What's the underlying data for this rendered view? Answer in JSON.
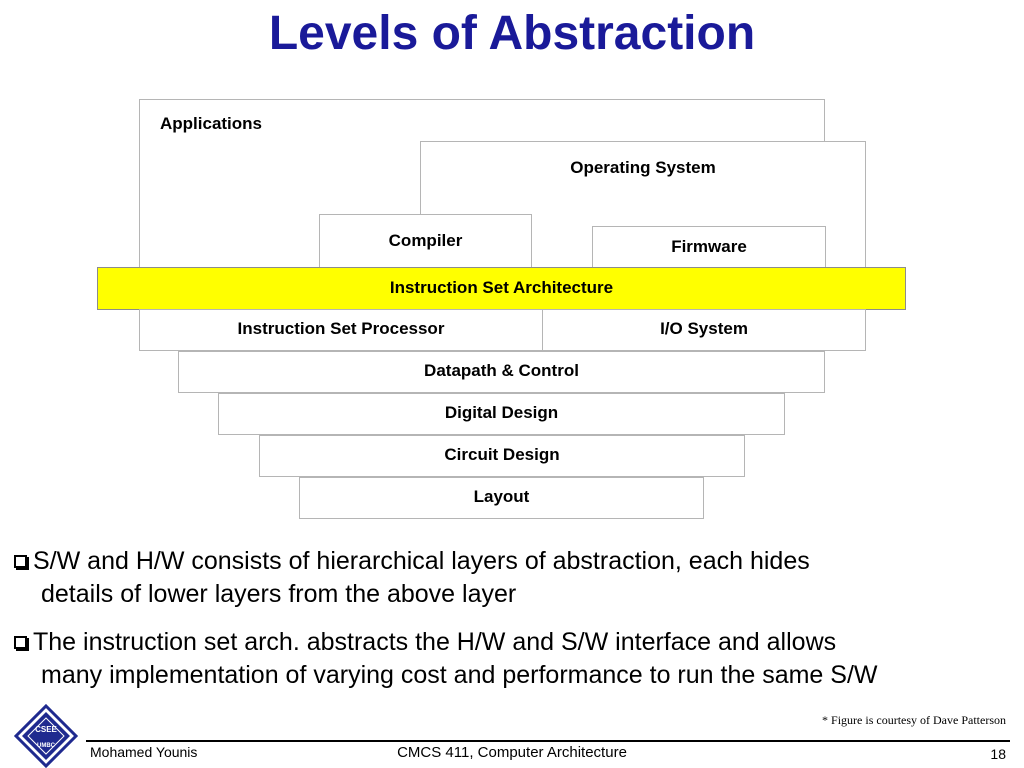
{
  "slide": {
    "title": "Levels of Abstraction"
  },
  "diagram": {
    "applications": "Applications",
    "operating_system": "Operating System",
    "compiler": "Compiler",
    "firmware": "Firmware",
    "isa": "Instruction Set Architecture",
    "isp": "Instruction Set Processor",
    "io_system": "I/O System",
    "datapath": "Datapath & Control",
    "digital_design": "Digital Design",
    "circuit_design": "Circuit Design",
    "layout": "Layout",
    "isa_color": "#ffff00"
  },
  "bullets": [
    {
      "line1": "S/W and H/W consists of hierarchical layers of abstraction, each hides",
      "line2": "details of lower layers from the above layer"
    },
    {
      "line1": "The instruction set arch. abstracts the H/W and S/W interface and allows",
      "line2": "many implementation of varying cost and performance to run the same S/W"
    }
  ],
  "footer": {
    "credit": "* Figure is courtesy of Dave Patterson",
    "author": "Mohamed Younis",
    "course": "CMCS 411, Computer Architecture",
    "page_number": "18",
    "logo_text_top": "CSEE",
    "logo_text_bottom": "UMBC"
  },
  "colors": {
    "title": "#1a1a99",
    "logo_fill": "#1f2a8f"
  }
}
